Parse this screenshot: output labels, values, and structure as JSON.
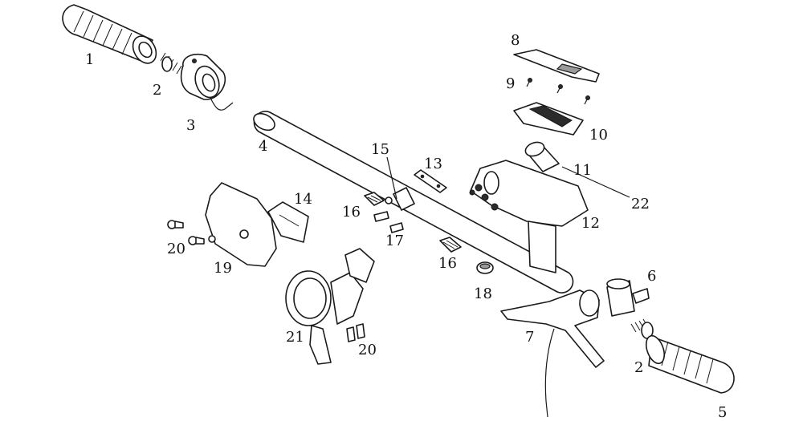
{
  "labels": [
    {
      "id": "1",
      "text": "1"
    },
    {
      "id": "2a",
      "text": "2"
    },
    {
      "id": "2b",
      "text": "2"
    },
    {
      "id": "3",
      "text": "3"
    },
    {
      "id": "4",
      "text": "4"
    },
    {
      "id": "5",
      "text": "5"
    },
    {
      "id": "6",
      "text": "6"
    },
    {
      "id": "7",
      "text": "7"
    },
    {
      "id": "8",
      "text": "8"
    },
    {
      "id": "9",
      "text": "9"
    },
    {
      "id": "10",
      "text": "10"
    },
    {
      "id": "11",
      "text": "11"
    },
    {
      "id": "12",
      "text": "12"
    },
    {
      "id": "13",
      "text": "13"
    },
    {
      "id": "14",
      "text": "14"
    },
    {
      "id": "15",
      "text": "15"
    },
    {
      "id": "16a",
      "text": "16"
    },
    {
      "id": "16b",
      "text": "16"
    },
    {
      "id": "17",
      "text": "17"
    },
    {
      "id": "18",
      "text": "18"
    },
    {
      "id": "19",
      "text": "19"
    },
    {
      "id": "20a",
      "text": "20"
    },
    {
      "id": "20b",
      "text": "20"
    },
    {
      "id": "21",
      "text": "21"
    },
    {
      "id": "22",
      "text": "22"
    }
  ]
}
